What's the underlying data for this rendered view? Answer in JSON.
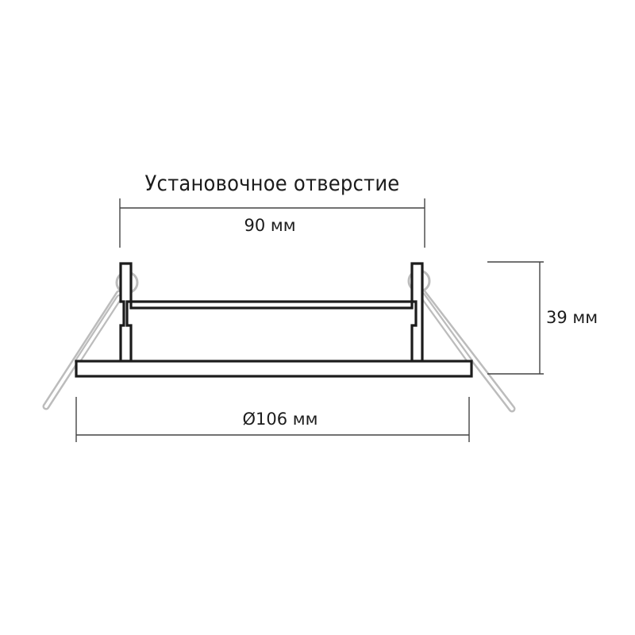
{
  "diagram": {
    "title": "Установочное отверстие",
    "dimensions": {
      "opening": "90 мм",
      "diameter": "Ø106 мм",
      "height": "39 мм"
    },
    "colors": {
      "outline": "#1c1c1c",
      "dimension_line": "#444444",
      "spring": "#bcbcbc",
      "background": "#ffffff"
    }
  }
}
